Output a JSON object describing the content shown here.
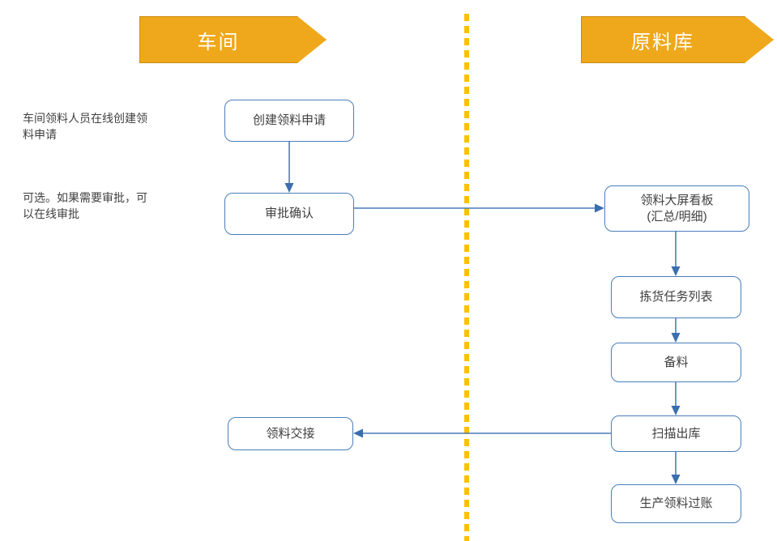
{
  "diagram": {
    "title_left_lane": "车间",
    "title_right_lane": "原料库",
    "colors": {
      "lane_banner_fill": "#EFA81B",
      "lane_banner_text": "#FFFFFF",
      "divider": "#FFC000",
      "node_border": "#4A7EBB",
      "node_fill": "#FFFFFF",
      "node_text": "#3F3F3F",
      "connector": "#4A7EBB",
      "note_text": "#3F3F3F"
    }
  },
  "lanes": [
    {
      "id": "workshop",
      "label": "车间"
    },
    {
      "id": "raw-material-warehouse",
      "label": "原料库"
    }
  ],
  "notes": [
    {
      "id": "note-create",
      "text": "车间领料人员在线创建领\n料申请"
    },
    {
      "id": "note-approve",
      "text": "可选。如果需要审批，可\n以在线审批"
    }
  ],
  "nodes": [
    {
      "id": "create-request",
      "label": "创建领料申请",
      "lane": "workshop"
    },
    {
      "id": "approval-confirm",
      "label": "审批确认",
      "lane": "workshop"
    },
    {
      "id": "handover",
      "label": "领料交接",
      "lane": "workshop"
    },
    {
      "id": "dashboard",
      "label": "领料大屏看板\n(汇总/明细)",
      "lane": "raw-material-warehouse"
    },
    {
      "id": "picking-task",
      "label": "拣货任务列表",
      "lane": "raw-material-warehouse"
    },
    {
      "id": "prepare-material",
      "label": "备料",
      "lane": "raw-material-warehouse"
    },
    {
      "id": "scan-outbound",
      "label": "扫描出库",
      "lane": "raw-material-warehouse"
    },
    {
      "id": "posting",
      "label": "生产领料过账",
      "lane": "raw-material-warehouse"
    }
  ],
  "edges": [
    {
      "id": "edge-create-to-approval",
      "from": "create-request",
      "to": "approval-confirm"
    },
    {
      "id": "edge-approval-to-dashboard",
      "from": "approval-confirm",
      "to": "dashboard"
    },
    {
      "id": "edge-dashboard-to-picking",
      "from": "dashboard",
      "to": "picking-task"
    },
    {
      "id": "edge-picking-to-prepare",
      "from": "picking-task",
      "to": "prepare-material"
    },
    {
      "id": "edge-prepare-to-scan",
      "from": "prepare-material",
      "to": "scan-outbound"
    },
    {
      "id": "edge-scan-to-handover",
      "from": "scan-outbound",
      "to": "handover"
    },
    {
      "id": "edge-scan-to-posting",
      "from": "scan-outbound",
      "to": "posting"
    }
  ]
}
